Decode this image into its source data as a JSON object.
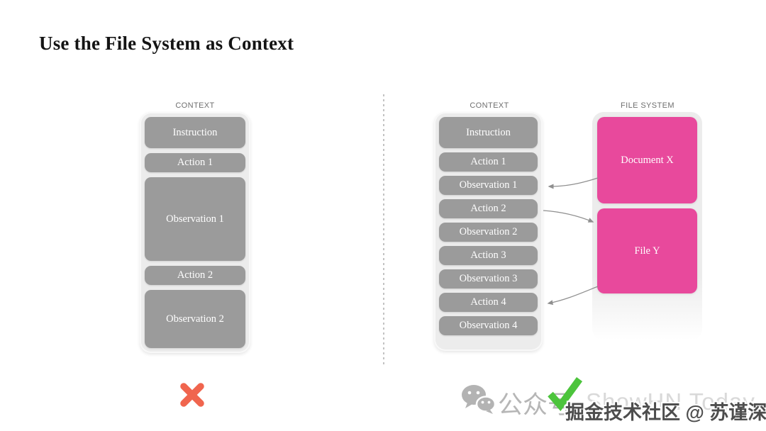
{
  "slide": {
    "title": "Use the File System as Context"
  },
  "left_diagram": {
    "label": "CONTEXT",
    "boxes": [
      "Instruction",
      "Action 1",
      "Observation 1",
      "Action 2",
      "Observation 2"
    ],
    "verdict": "cross"
  },
  "right_diagram": {
    "context_label": "CONTEXT",
    "context_boxes": [
      "Instruction",
      "Action 1",
      "Observation 1",
      "Action 2",
      "Observation 2",
      "Action 3",
      "Observation 3",
      "Action 4",
      "Observation 4"
    ],
    "file_system_label": "FILE SYSTEM",
    "file_boxes": [
      "Document X",
      "File Y"
    ],
    "verdict": "check"
  },
  "connections": [
    {
      "from": "Document X",
      "to": "Observation 1"
    },
    {
      "from": "Action 2",
      "to": "File Y"
    },
    {
      "from": "File Y",
      "to": "Action 4"
    }
  ],
  "watermark": {
    "wechat_label": "公众号",
    "brand": "ShowHN Today",
    "credit": "掘金技术社区 @ 苏谨深"
  },
  "colors": {
    "box_gray": "#9b9b9b",
    "container_gray": "#ececec",
    "file_pink": "#e8499c",
    "cross_red": "#f0654e",
    "check_green": "#4cc43c",
    "arrow_gray": "#8f8f8f"
  }
}
